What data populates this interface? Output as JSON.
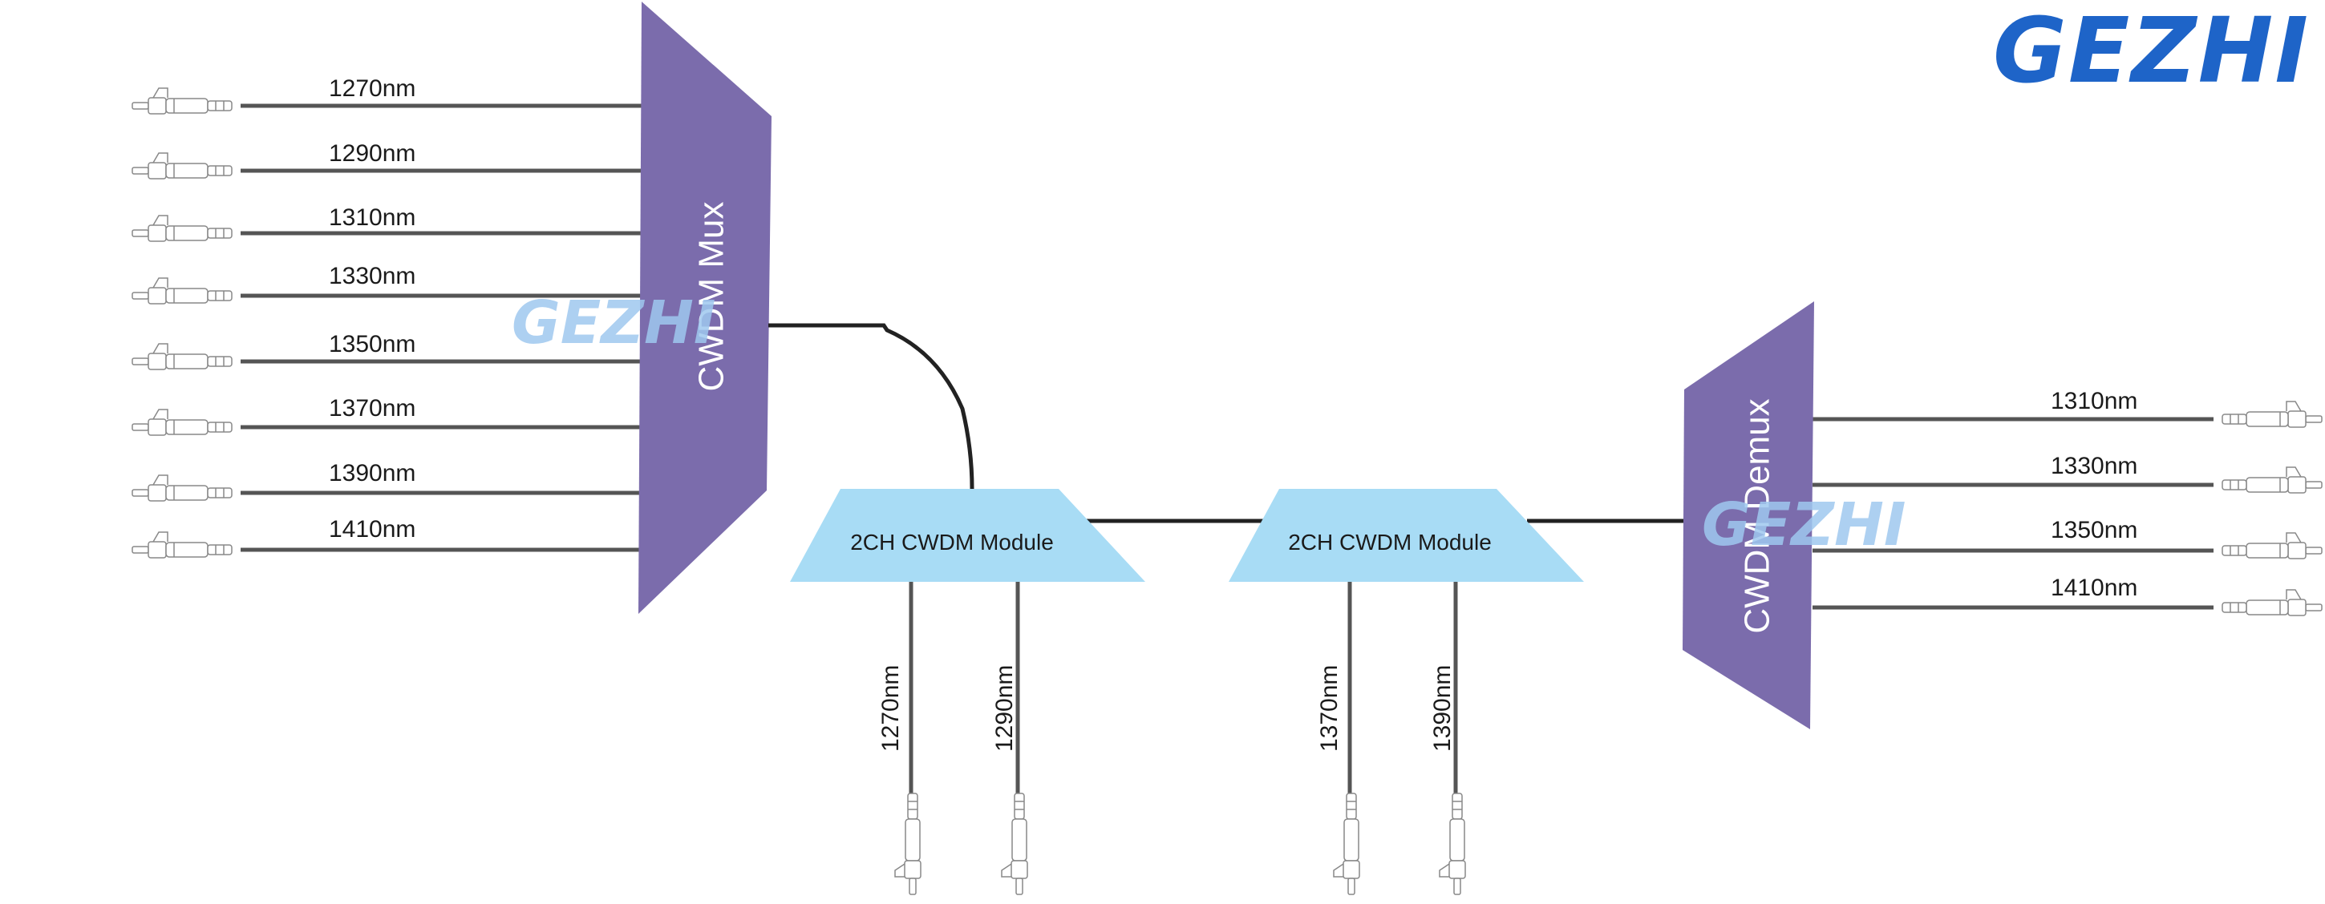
{
  "logo": {
    "text": "GEZHI",
    "color": "#1e64c8"
  },
  "watermark": {
    "text": "GEZHI",
    "color": "#9fc8ee"
  },
  "colors": {
    "unit": "#7b6cac",
    "module": "#a8dcf5",
    "fiber": "#555555",
    "trunk": "#222222"
  },
  "mux": {
    "label": "CWDM Mux",
    "channels": [
      "1270nm",
      "1290nm",
      "1310nm",
      "1330nm",
      "1350nm",
      "1370nm",
      "1390nm",
      "1410nm"
    ]
  },
  "modules": [
    {
      "label": "2CH CWDM Module",
      "channels": [
        "1270nm",
        "1290nm"
      ]
    },
    {
      "label": "2CH CWDM Module",
      "channels": [
        "1370nm",
        "1390nm"
      ]
    }
  ],
  "demux": {
    "label": "CWDM Demux",
    "channels": [
      "1310nm",
      "1330nm",
      "1350nm",
      "1410nm"
    ]
  },
  "icons": {
    "connector": "lc-fiber-connector-icon"
  }
}
